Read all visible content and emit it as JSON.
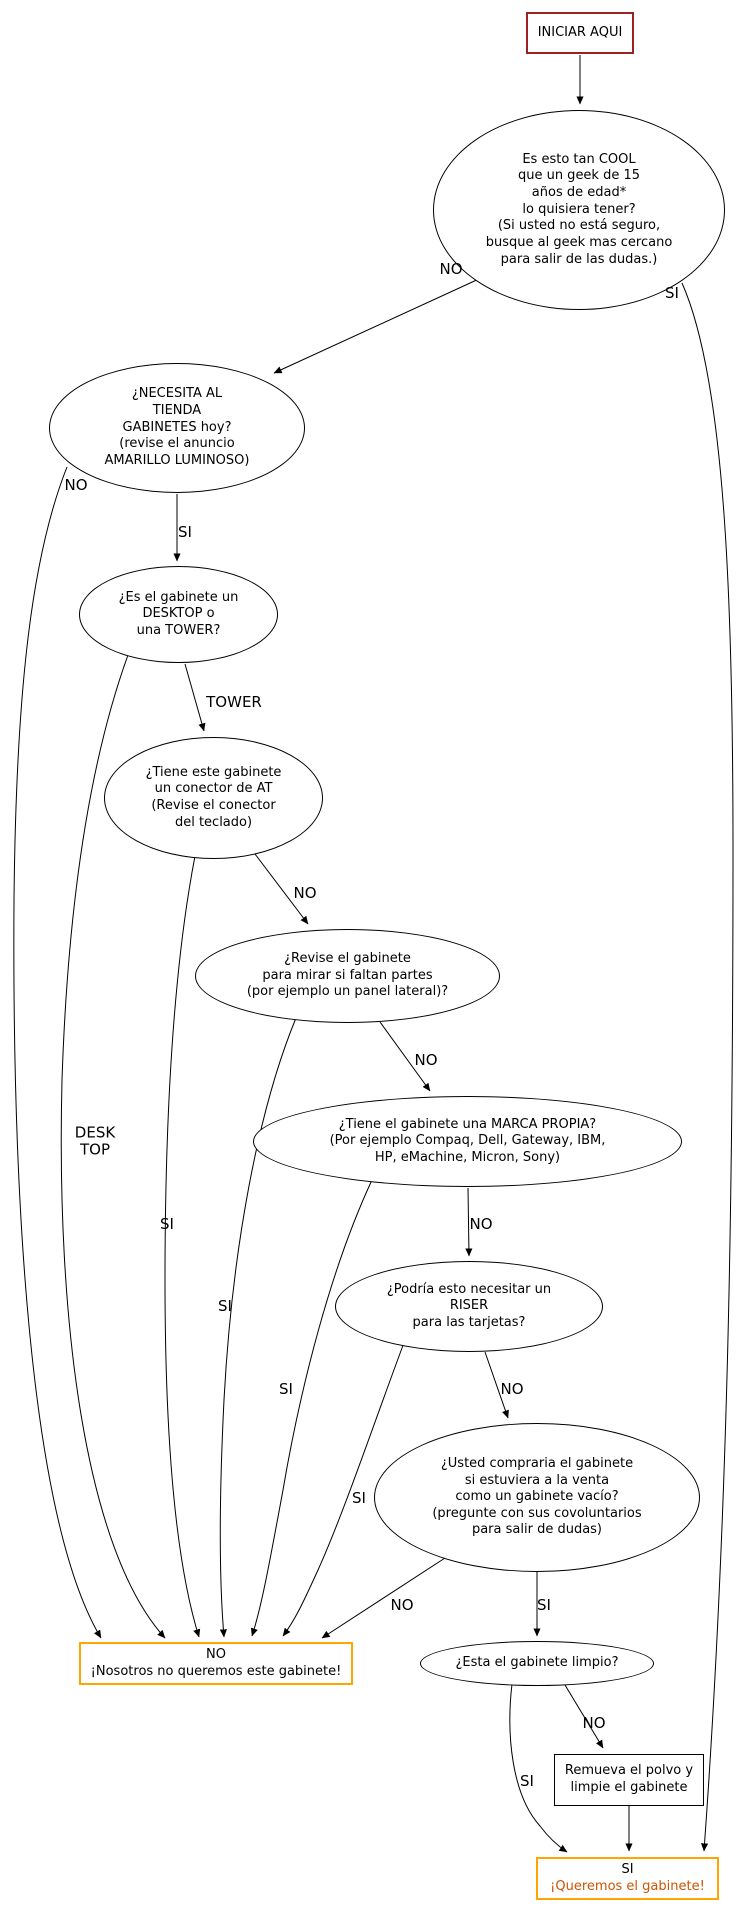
{
  "colors": {
    "start-border": "#992222",
    "result-border": "#ffa500",
    "si-text": "#cc5500",
    "edge": "#000000",
    "background": "#ffffff"
  },
  "nodes": {
    "iniciar": {
      "label": "INICIAR AQUI"
    },
    "cool": {
      "label": "Es esto tan COOL\nque un geek de 15\naños de edad*\nlo quisiera tener?\n(Si usted no está seguro,\nbusque al geek mas cercano\npara salir de las dudas.)"
    },
    "tienda": {
      "label": "¿NECESITA AL\nTIENDA\nGABINETES hoy?\n(revise el anuncio\nAMARILLO LUMINOSO)"
    },
    "desktop_tower": {
      "label": "¿Es el gabinete un\nDESKTOP o\nuna TOWER?"
    },
    "conector_at": {
      "label": "¿Tiene este gabinete\nun conector de AT\n(Revise el conector\ndel teclado)"
    },
    "faltan_partes": {
      "label": "¿Revise el gabinete\npara mirar si faltan partes\n(por ejemplo un panel lateral)?"
    },
    "marca_propia": {
      "label": "¿Tiene el gabinete una MARCA PROPIA?\n(Por ejemplo Compaq, Dell, Gateway, IBM,\nHP, eMachine, Micron, Sony)"
    },
    "riser": {
      "label": "¿Podría esto necesitar un\nRISER\npara las tarjetas?"
    },
    "compraria": {
      "label": "¿Usted compraria el gabinete\nsi estuviera a la venta\ncomo un gabinete vacío?\n(pregunte con sus covoluntarios\npara salir de dudas)"
    },
    "no_queremos": {
      "line1": "NO",
      "line2": "¡Nosotros no queremos este gabinete!"
    },
    "limpio": {
      "label": "¿Esta el gabinete limpio?"
    },
    "remueva": {
      "label": "Remueva el polvo y\nlimpie el gabinete"
    },
    "si_queremos": {
      "line1": "SI",
      "line2": "¡Queremos el gabinete!"
    }
  },
  "edges": [
    {
      "from": "cool",
      "to": "tienda",
      "label": "NO"
    },
    {
      "from": "cool",
      "to": "si_queremos",
      "label": "SI"
    },
    {
      "from": "tienda",
      "to": "no_queremos",
      "label": "NO"
    },
    {
      "from": "tienda",
      "to": "desktop_tower",
      "label": "SI"
    },
    {
      "from": "desktop_tower",
      "to": "conector_at",
      "label": "TOWER"
    },
    {
      "from": "desktop_tower",
      "to": "no_queremos",
      "label": "DESK\nTOP"
    },
    {
      "from": "conector_at",
      "to": "faltan_partes",
      "label": "NO"
    },
    {
      "from": "conector_at",
      "to": "no_queremos",
      "label": "SI"
    },
    {
      "from": "faltan_partes",
      "to": "marca_propia",
      "label": "NO"
    },
    {
      "from": "faltan_partes",
      "to": "no_queremos",
      "label": "SI"
    },
    {
      "from": "marca_propia",
      "to": "riser",
      "label": "NO"
    },
    {
      "from": "marca_propia",
      "to": "no_queremos",
      "label": "SI"
    },
    {
      "from": "riser",
      "to": "compraria",
      "label": "NO"
    },
    {
      "from": "riser",
      "to": "no_queremos",
      "label": "SI"
    },
    {
      "from": "compraria",
      "to": "limpio",
      "label": "SI"
    },
    {
      "from": "compraria",
      "to": "no_queremos",
      "label": "NO"
    },
    {
      "from": "limpio",
      "to": "remueva",
      "label": "NO"
    },
    {
      "from": "limpio",
      "to": "si_queremos",
      "label": "SI"
    },
    {
      "from": "iniciar",
      "to": "cool",
      "label": ""
    },
    {
      "from": "remueva",
      "to": "si_queremos",
      "label": ""
    }
  ]
}
